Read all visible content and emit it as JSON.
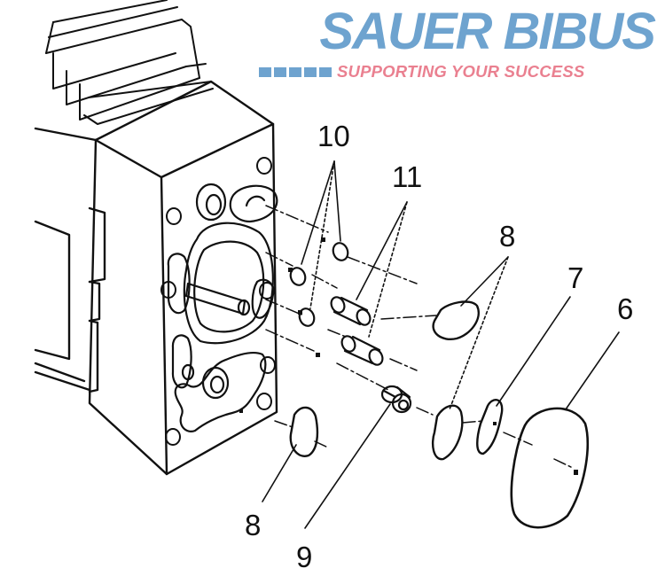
{
  "brand": {
    "name": "SAUER BIBUS",
    "tagline": "SUPPORTING YOUR SUCCESS",
    "primary_color": "#6ea3cf",
    "accent_color": "#ea8090"
  },
  "callouts": {
    "c6": "6",
    "c7": "7",
    "c8_top": "8",
    "c8_bottom": "8",
    "c9": "9",
    "c10": "10",
    "c11": "11"
  }
}
